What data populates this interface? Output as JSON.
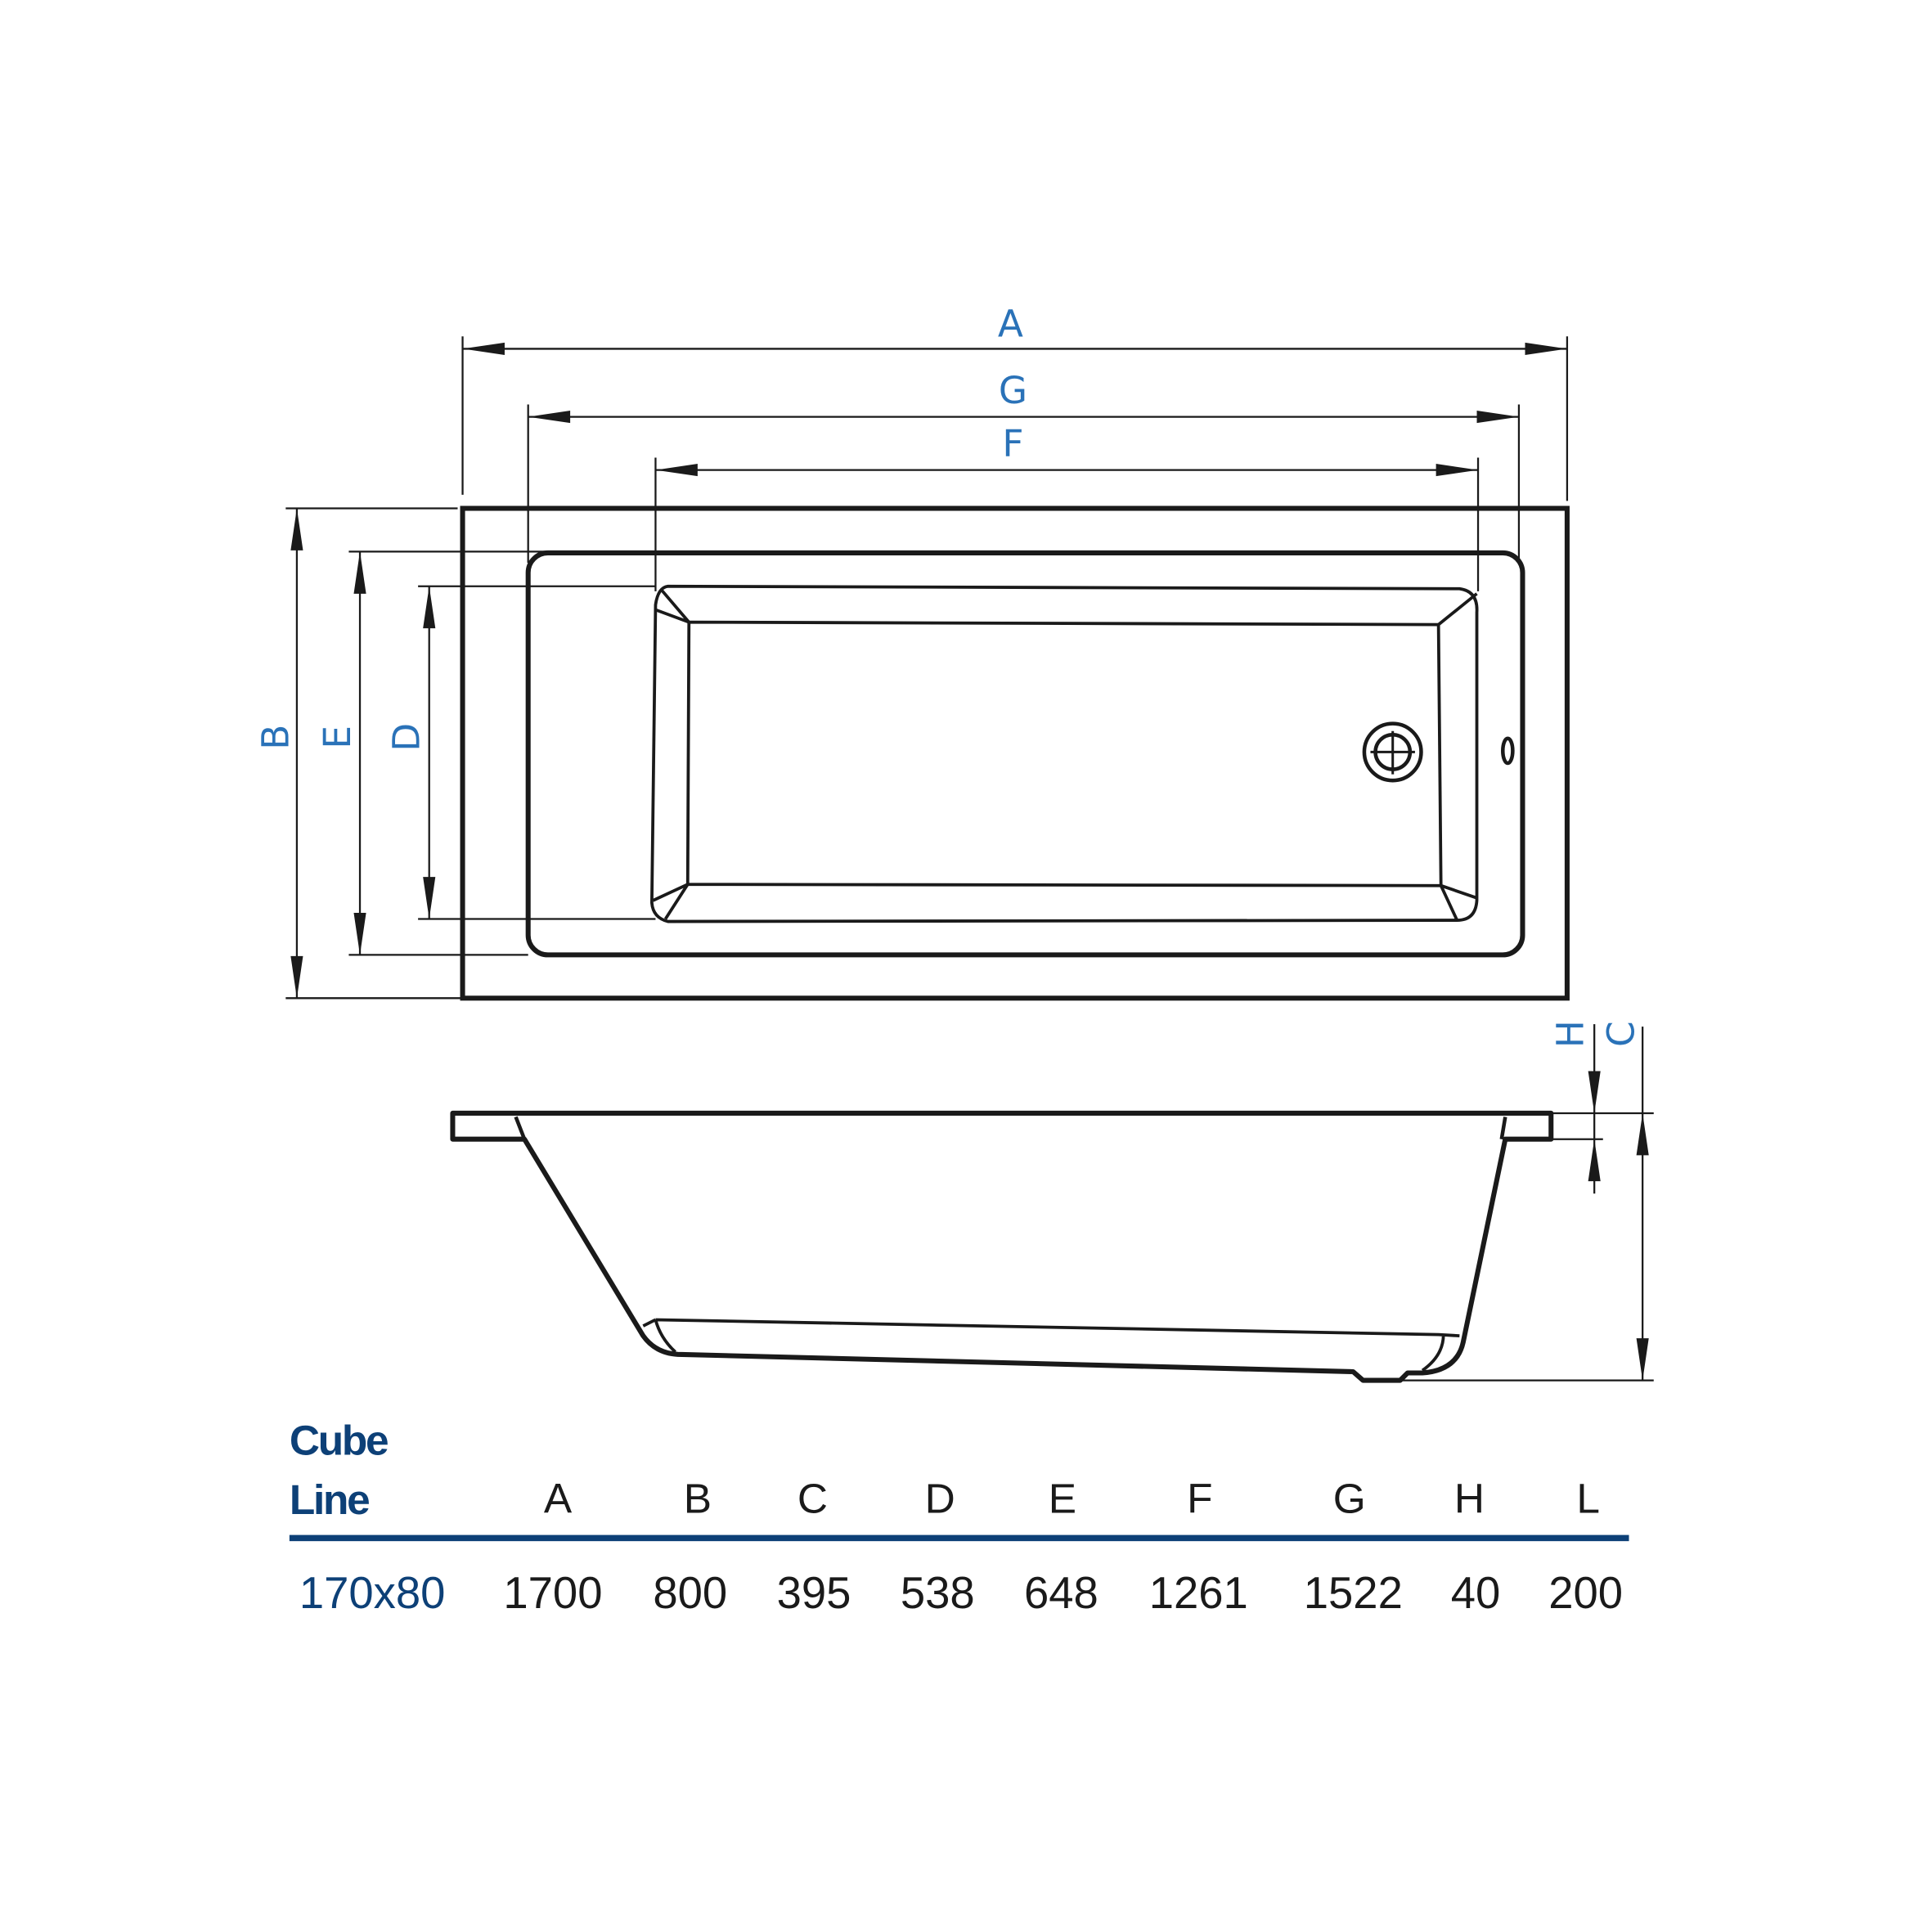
{
  "diagram": {
    "colors": {
      "label_blue": "#2a72b8",
      "title_navy": "#0d4077",
      "line": "#1a1a1a"
    },
    "top_view_labels": {
      "A": "A",
      "G": "G",
      "F": "F",
      "B": "B",
      "E": "E",
      "D": "D"
    },
    "side_view_labels": {
      "H": "H",
      "C": "C"
    },
    "icons": {
      "drain": "drain-icon",
      "overflow": "overflow-icon"
    }
  },
  "table": {
    "title_line1": "Cube",
    "title_line2": "Line",
    "headers": [
      "A",
      "B",
      "C",
      "D",
      "E",
      "F",
      "G",
      "H",
      "L"
    ],
    "rows": [
      {
        "model": "170x80",
        "values": [
          "1700",
          "800",
          "395",
          "538",
          "648",
          "1261",
          "1522",
          "40",
          "200"
        ]
      }
    ]
  }
}
